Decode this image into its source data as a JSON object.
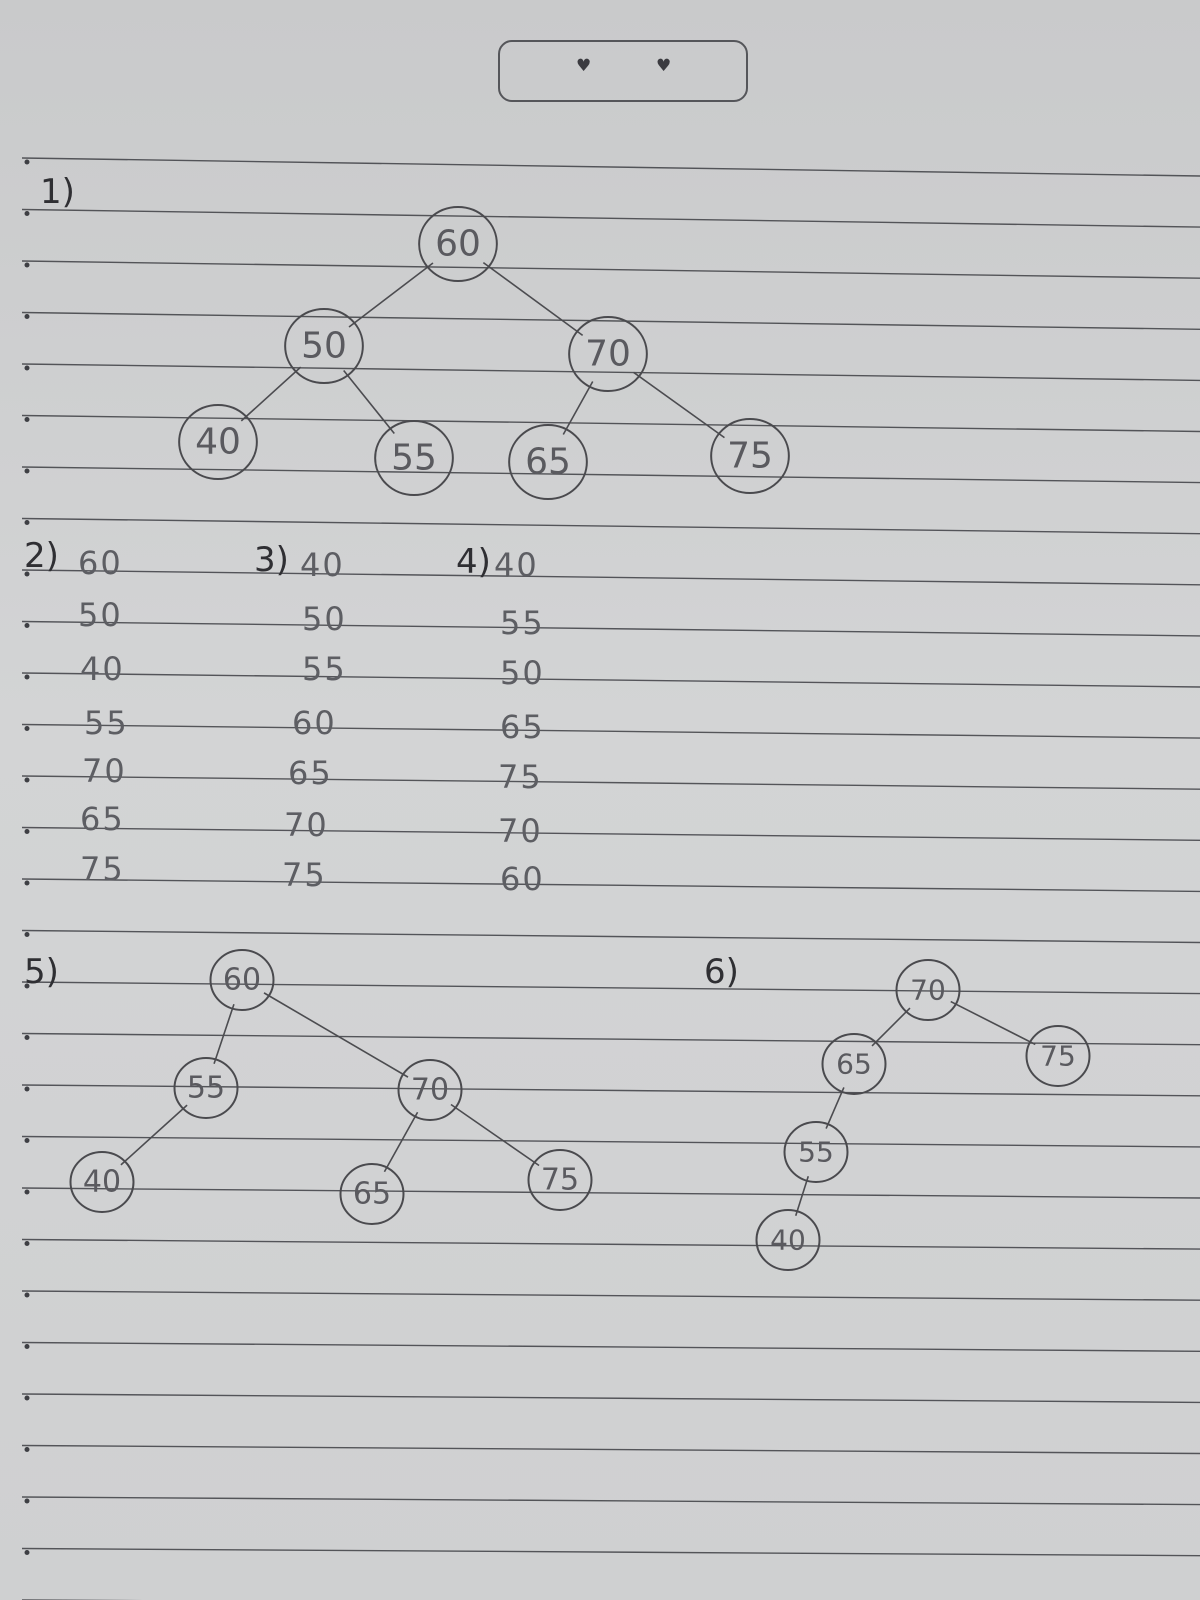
{
  "header": {
    "hearts": [
      "♥",
      "♥"
    ]
  },
  "questions": [
    {
      "label": "1)"
    },
    {
      "label": "2)",
      "values": [
        "60",
        "50",
        "40",
        "55",
        "70",
        "65",
        "75"
      ]
    },
    {
      "label": "3)",
      "values": [
        "40",
        "50",
        "55",
        "60",
        "65",
        "70",
        "75"
      ]
    },
    {
      "label": "4)",
      "values": [
        "40",
        "55",
        "50",
        "65",
        "75",
        "70",
        "60"
      ]
    },
    {
      "label": "5)"
    },
    {
      "label": "6)"
    }
  ],
  "tree1": {
    "nodes": [
      "60",
      "50",
      "70",
      "40",
      "55",
      "65",
      "75"
    ],
    "edges": [
      [
        "60",
        "50"
      ],
      [
        "60",
        "70"
      ],
      [
        "50",
        "40"
      ],
      [
        "50",
        "55"
      ],
      [
        "70",
        "65"
      ],
      [
        "70",
        "75"
      ]
    ]
  },
  "tree5": {
    "nodes": [
      "60",
      "55",
      "70",
      "40",
      "65",
      "75"
    ],
    "edges": [
      [
        "60",
        "55"
      ],
      [
        "60",
        "70"
      ],
      [
        "55",
        "40"
      ],
      [
        "70",
        "65"
      ],
      [
        "70",
        "75"
      ]
    ]
  },
  "tree6": {
    "nodes": [
      "70",
      "65",
      "75",
      "55",
      "40"
    ],
    "edges": [
      [
        "70",
        "65"
      ],
      [
        "70",
        "75"
      ],
      [
        "65",
        "55"
      ],
      [
        "55",
        "40"
      ]
    ]
  }
}
